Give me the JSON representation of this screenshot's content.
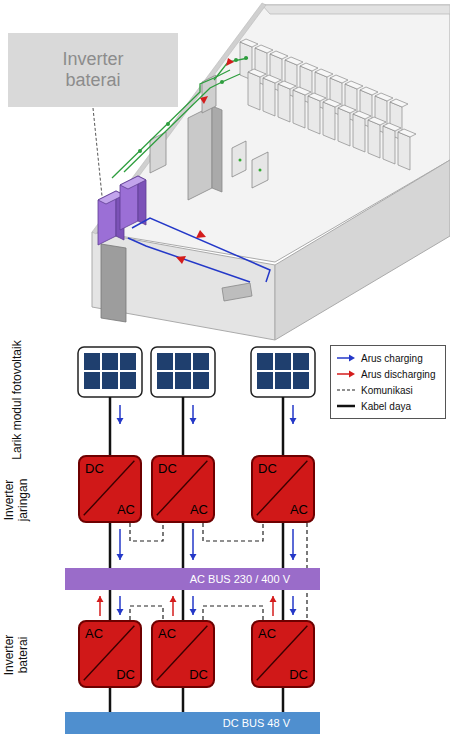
{
  "diagram": {
    "nodes": [
      {
        "text": [
          "Inverter baterai"
        ]
      },
      {
        "text": [
          "DC",
          "AC"
        ]
      },
      {
        "text": [
          "DC",
          "AC"
        ]
      },
      {
        "text": [
          "DC",
          "AC"
        ]
      },
      {
        "text": [
          "AC BUS 230 / 400 V"
        ]
      },
      {
        "text": [
          "AC",
          "DC"
        ]
      },
      {
        "text": [
          "AC",
          "DC"
        ]
      },
      {
        "text": [
          "AC",
          "DC"
        ]
      },
      {
        "text": [
          "DC BUS 48 V"
        ]
      }
    ],
    "edges": [
      {
        "from": 1,
        "to": 4,
        "arrow": "none"
      },
      {
        "from": 2,
        "to": 4,
        "arrow": "none"
      },
      {
        "from": 3,
        "to": 4,
        "arrow": "none"
      },
      {
        "from": 4,
        "to": 5,
        "arrow": "none"
      },
      {
        "from": 4,
        "to": 6,
        "arrow": "none"
      },
      {
        "from": 4,
        "to": 7,
        "arrow": "none"
      },
      {
        "from": 5,
        "to": 8,
        "arrow": "none"
      },
      {
        "from": 6,
        "to": 8,
        "arrow": "none"
      },
      {
        "from": 7,
        "to": 8,
        "arrow": "none"
      },
      {
        "from": 1,
        "to": 2,
        "arrow": "none"
      },
      {
        "from": 2,
        "to": 3,
        "arrow": "none"
      },
      {
        "from": 5,
        "to": 6,
        "arrow": "none"
      },
      {
        "from": 6,
        "to": 7,
        "arrow": "none"
      },
      {
        "from": 3,
        "to": 7,
        "arrow": "none"
      }
    ],
    "labels": [
      "Larik modul fotovoltaik",
      "Inverter jaringan",
      "Inverter baterai"
    ],
    "legend": [
      {
        "text": "Arus charging"
      },
      {
        "text": "Arus discharging"
      },
      {
        "text": "Komunikasi"
      },
      {
        "text": "Kabel daya"
      }
    ]
  }
}
